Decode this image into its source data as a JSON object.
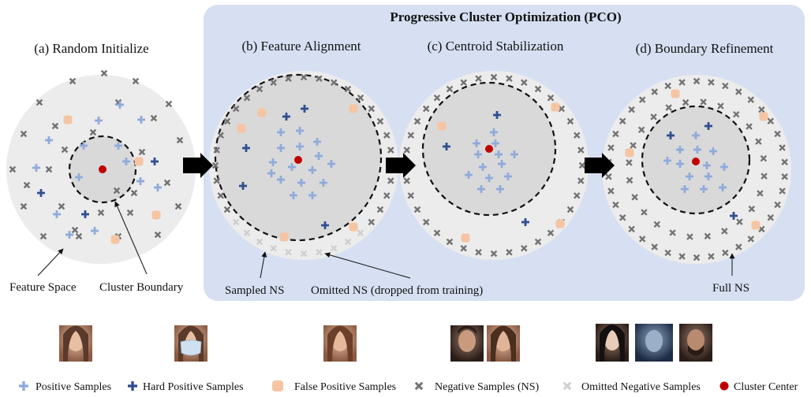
{
  "header": {
    "pco_title": "Progressive Cluster Optimization (PCO)"
  },
  "panels": [
    {
      "label": "(a) Random Initialize"
    },
    {
      "label": "(b) Feature Alignment"
    },
    {
      "label": "(c) Centroid Stabilization"
    },
    {
      "label": "(d) Boundary Refinement"
    }
  ],
  "annotations": {
    "feature_space": "Feature Space",
    "cluster_boundary": "Cluster Boundary",
    "sampled_ns": "Sampled NS",
    "omitted_ns": "Omitted NS (dropped from training)",
    "full_ns": "Full NS"
  },
  "legend": {
    "positive": "Positive Samples",
    "hard_positive": "Hard Positive Samples",
    "false_positive": "False Positive Samples",
    "negative": "Negative Samples (NS)",
    "omitted_negative": "Omitted Negative Samples",
    "cluster_center": "Cluster Center"
  },
  "colors": {
    "pco_background": "#d7e0f2",
    "feature_space": "#ececec",
    "cluster_region": "#d9d9d9",
    "positive": "#8fabdc",
    "hard_positive": "#2f4f8f",
    "false_positive": "#f5c5a3",
    "negative": "#737373",
    "omitted_negative": "#cfcfcf",
    "cluster_center": "#c00000"
  }
}
